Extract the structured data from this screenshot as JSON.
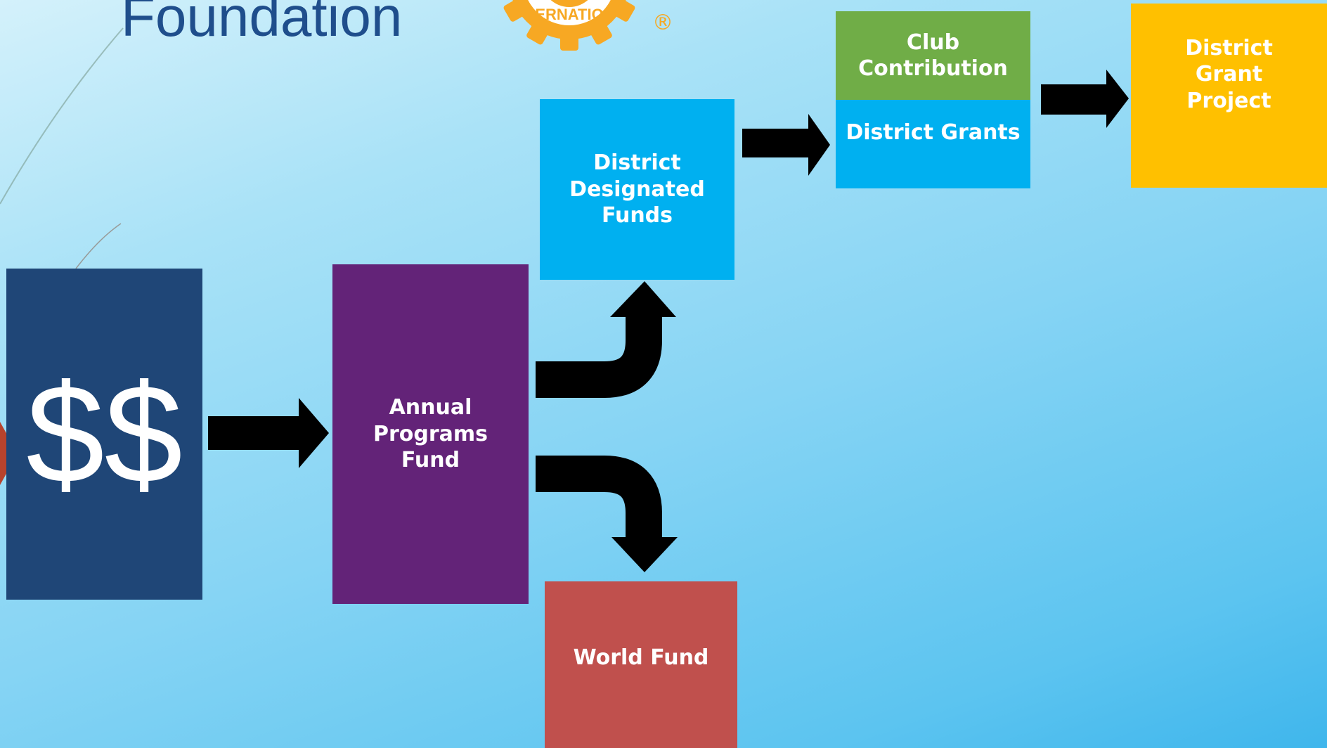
{
  "slide": {
    "title": "Foundation",
    "logo_arc_text": "ERNATIO",
    "logo_registered": "®"
  },
  "nodes": {
    "money": "$$",
    "annual_programs_fund": "Annual\nPrograms\nFund",
    "district_designated_funds": "District\nDesignated\nFunds",
    "world_fund": "World Fund",
    "club_contribution": "Club\nContribution",
    "district_grants": "District Grants",
    "district_grant_project": "District\nGrant\nProject"
  },
  "colors": {
    "money": "#1f4677",
    "annual_programs_fund": "#632378",
    "district_designated_funds": "#00b0f0",
    "world_fund": "#c0504d",
    "club_contribution": "#70ad47",
    "district_grants": "#00b0f0",
    "district_grant_project": "#ffc000",
    "rotary_gold": "#f7a823",
    "arrow": "#000000",
    "title": "#1f4e8c"
  },
  "connections": [
    {
      "from": "money",
      "to": "annual_programs_fund"
    },
    {
      "from": "annual_programs_fund",
      "to": "district_designated_funds"
    },
    {
      "from": "annual_programs_fund",
      "to": "world_fund"
    },
    {
      "from": "district_designated_funds",
      "to": "district_grants"
    },
    {
      "from": "district_grants",
      "to": "district_grant_project"
    }
  ]
}
